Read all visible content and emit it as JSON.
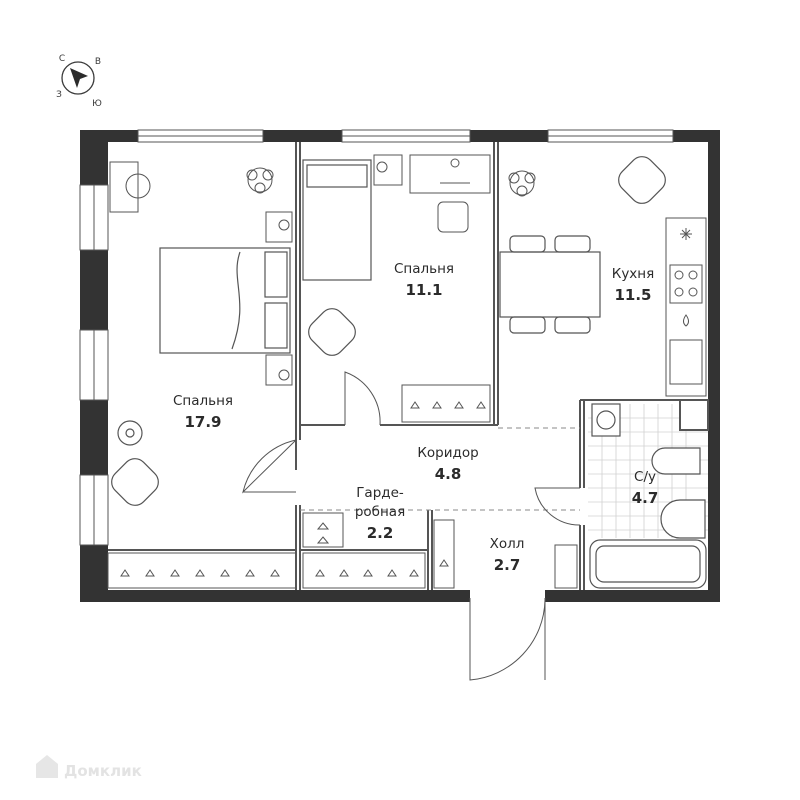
{
  "compass": {
    "north": "С",
    "east": "В",
    "west": "З",
    "south": "Ю"
  },
  "rooms": {
    "bedroom_large": {
      "name": "Спальня",
      "area": "17.9"
    },
    "bedroom_small": {
      "name": "Спальня",
      "area": "11.1"
    },
    "kitchen": {
      "name": "Кухня",
      "area": "11.5"
    },
    "corridor": {
      "name": "Коридор",
      "area": "4.8"
    },
    "wardrobe": {
      "name_line1": "Гарде-",
      "name_line2": "робная",
      "area": "2.2"
    },
    "bathroom": {
      "name": "С/у",
      "area": "4.7"
    },
    "hall": {
      "name": "Холл",
      "area": "2.7"
    }
  },
  "watermark": "Домклик",
  "colors": {
    "wall": "#333333",
    "line": "#6a6a6a",
    "tile": "#cfcfcf"
  }
}
